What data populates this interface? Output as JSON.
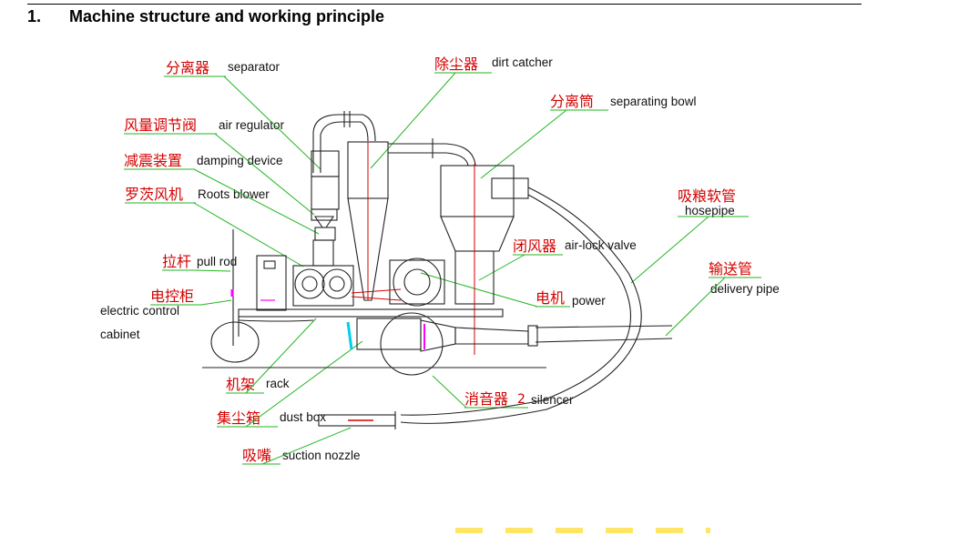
{
  "section": {
    "number": "1.",
    "title": "Machine structure and working principle"
  },
  "labels": {
    "separator": {
      "cn": "分离器",
      "en": "separator"
    },
    "dirt_catcher": {
      "cn": "除尘器",
      "en": "dirt catcher"
    },
    "separating_bowl": {
      "cn": "分离筒",
      "en": "separating bowl"
    },
    "air_regulator": {
      "cn": "风量调节阀",
      "en": "air regulator"
    },
    "damping_device": {
      "cn": "减震装置",
      "en": "damping device"
    },
    "roots_blower": {
      "cn": "罗茨风机",
      "en": "Roots blower"
    },
    "hosepipe": {
      "cn": "吸粮软管",
      "en": "hosepipe"
    },
    "air_lock_valve": {
      "cn": "闭风器",
      "en": "air-lock valve"
    },
    "pull_rod": {
      "cn": "拉杆",
      "en": "pull rod"
    },
    "delivery_pipe": {
      "cn": "输送管",
      "en": "delivery pipe"
    },
    "electric_control_cabinet": {
      "cn": "电控柜",
      "en_line1": "electric control",
      "en_line2": "cabinet"
    },
    "power": {
      "cn": "电机",
      "en": "power"
    },
    "rack": {
      "cn": "机架",
      "en": "rack"
    },
    "silencer": {
      "cn": "消音器",
      "num": "2",
      "en": "silencer"
    },
    "dust_box": {
      "cn": "集尘箱",
      "en": "dust box"
    },
    "suction_nozzle": {
      "cn": "吸嘴",
      "en": "suction nozzle"
    }
  },
  "colors": {
    "label_cn": "#d40000",
    "leader": "#22b522",
    "machine": "#222222",
    "pink": "#ff00ff",
    "cyan": "#00cfe8"
  }
}
